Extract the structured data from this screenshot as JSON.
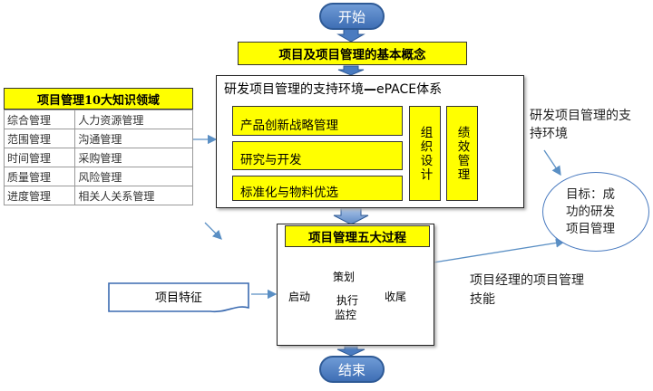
{
  "start_label": "开始",
  "end_label": "结束",
  "basic_concepts": "项目及项目管理的基本概念",
  "support_env": {
    "title": "研发项目管理的支持环境",
    "title_suffix": "ePACE体系",
    "boxes": [
      "产品创新战略管理",
      "研究与开发",
      "标准化与物料优选"
    ],
    "org_design": "组织设计",
    "performance_mgmt": "绩效管理"
  },
  "knowledge_areas": {
    "title": "项目管理10大知识领域",
    "rows": [
      [
        "综合管理",
        "人力资源管理"
      ],
      [
        "范围管理",
        "沟通管理"
      ],
      [
        "时间管理",
        "采购管理"
      ],
      [
        "质量管理",
        "风险管理"
      ],
      [
        "进度管理",
        "相关人关系管理"
      ]
    ]
  },
  "process": {
    "title": "项目管理五大过程",
    "initiate": "启动",
    "plan": "策划",
    "execute": "执行",
    "monitor": "监控",
    "close": "收尾"
  },
  "project_features": "项目特征",
  "side_notes": {
    "support_env_note": "研发项目管理的支持环境",
    "pm_skills_note": "项目经理的项目管理技能"
  },
  "goal": "目标：成功的研发项目管理"
}
